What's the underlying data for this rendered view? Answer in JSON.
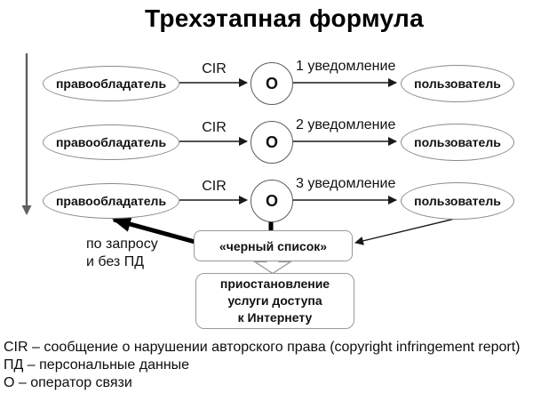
{
  "title": "Трехэтапная формула",
  "rows": [
    {
      "source": "правообладатель",
      "cir_label": "CIR",
      "operator": "О",
      "notice_label": "1 уведомление",
      "target": "пользователь"
    },
    {
      "source": "правообладатель",
      "cir_label": "CIR",
      "operator": "О",
      "notice_label": "2 уведомление",
      "target": "пользователь"
    },
    {
      "source": "правообладатель",
      "cir_label": "CIR",
      "operator": "О",
      "notice_label": "3 уведомление",
      "target": "пользователь"
    }
  ],
  "blacklist": {
    "label": "«черный список»",
    "note_line1": "по запросу",
    "note_line2": "и без ПД"
  },
  "suspension": {
    "line1": "приостановление",
    "line2": "услуги доступа",
    "line3": "к Интернету"
  },
  "legend": {
    "lines": [
      "CIR – сообщение о нарушении авторского права (copyright infringement report)",
      "ПД – персональные данные",
      "О – оператор связи"
    ]
  },
  "colors": {
    "text": "#111111",
    "node_border": "#8a8a8a",
    "arrow_black": "#1a1a1a",
    "timeline_gray": "#666666"
  }
}
